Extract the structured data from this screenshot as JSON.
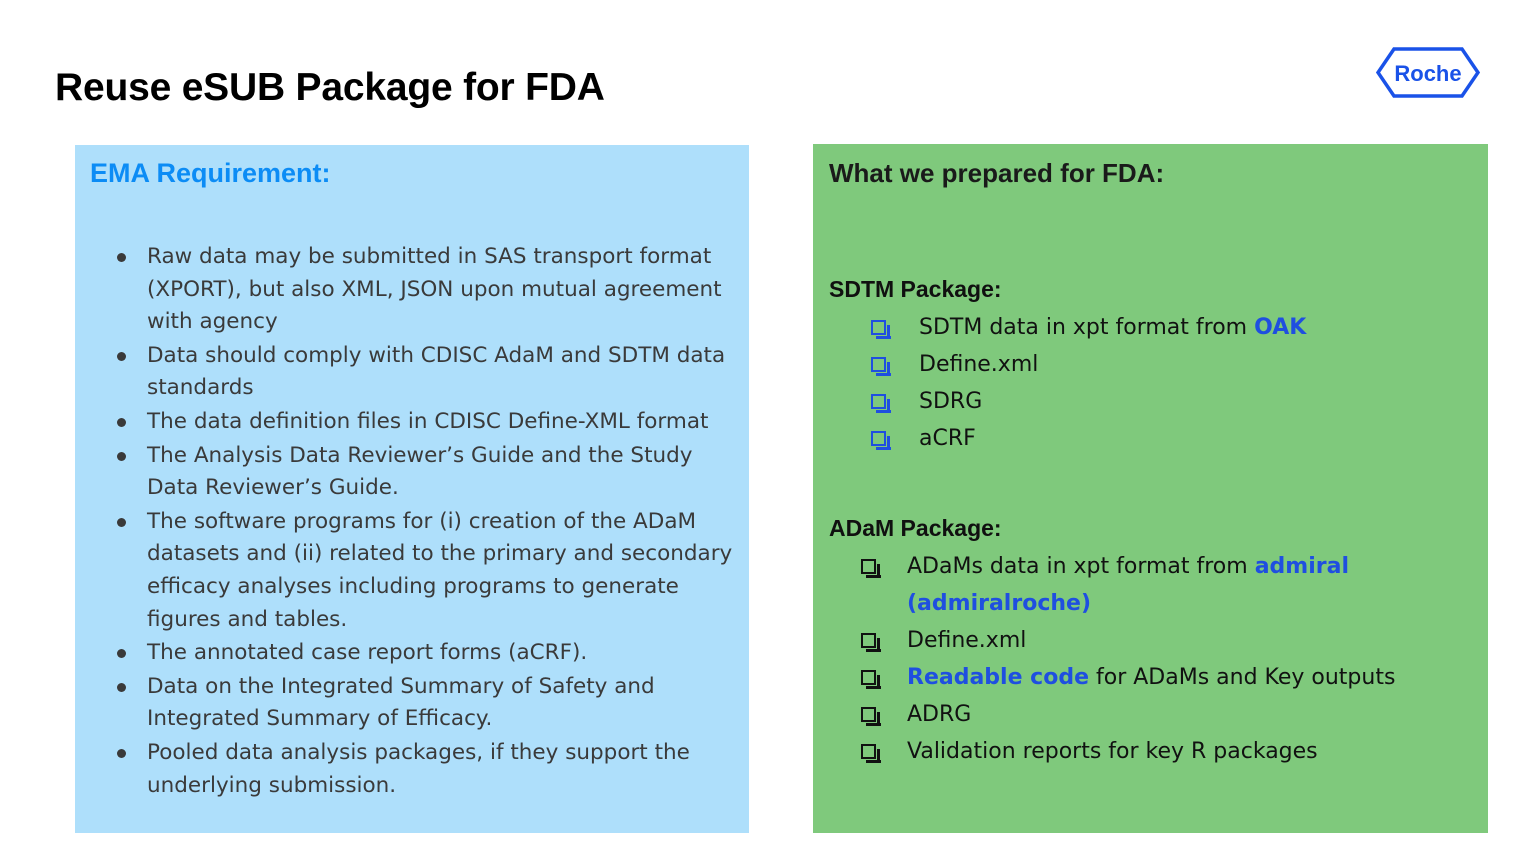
{
  "slide": {
    "title": "Reuse eSUB Package for FDA",
    "logo": {
      "name": "roche-logo",
      "text": "Roche",
      "color": "#1A52E8"
    },
    "colors": {
      "panel_left_bg": "#AEDFFB",
      "panel_right_bg": "#7FC97C",
      "heading_left": "#0C8CF5",
      "heading_right": "#1A1A1A",
      "body_left": "#3A3A3A",
      "body_right": "#111111",
      "accent_blue": "#1F4FE0"
    }
  },
  "left_panel": {
    "heading": "EMA Requirement:",
    "bullets": [
      "Raw data may be submitted in SAS transport format (XPORT), but also XML, JSON upon mutual agreement with agency",
      "Data should comply with CDISC AdaM and SDTM data standards",
      "The data definition files in CDISC Define-XML format",
      "The Analysis Data Reviewer’s Guide and the Study Data Reviewer’s Guide.",
      "The software programs for (i) creation of the ADaM datasets and (ii) related to the primary and secondary efficacy analyses including programs to generate figures and tables.",
      "The annotated case report forms (aCRF).",
      "Data on the Integrated Summary of Safety and Integrated Summary of Efficacy.",
      "Pooled data analysis packages, if they support the underlying submission."
    ]
  },
  "right_panel": {
    "heading": "What we prepared for FDA:",
    "sections": [
      {
        "title": "SDTM Package:",
        "checkbox_color": "#1F4FE0",
        "items": [
          {
            "text_before": "SDTM data in xpt format from ",
            "accent": "OAK",
            "text_after": ""
          },
          {
            "text_before": "Define.xml",
            "accent": "",
            "text_after": ""
          },
          {
            "text_before": "SDRG",
            "accent": "",
            "text_after": ""
          },
          {
            "text_before": "aCRF",
            "accent": "",
            "text_after": ""
          }
        ]
      },
      {
        "title": "ADaM Package:",
        "checkbox_color": "#111111",
        "items": [
          {
            "text_before": "ADaMs data in xpt format from ",
            "accent": "admiral (admiralroche)",
            "text_after": ""
          },
          {
            "text_before": "Define.xml",
            "accent": "",
            "text_after": ""
          },
          {
            "text_before": "",
            "accent": "Readable code",
            "text_after": " for ADaMs and Key outputs"
          },
          {
            "text_before": "ADRG",
            "accent": "",
            "text_after": ""
          },
          {
            "text_before": "Validation reports for key R packages",
            "accent": "",
            "text_after": ""
          }
        ]
      }
    ]
  }
}
